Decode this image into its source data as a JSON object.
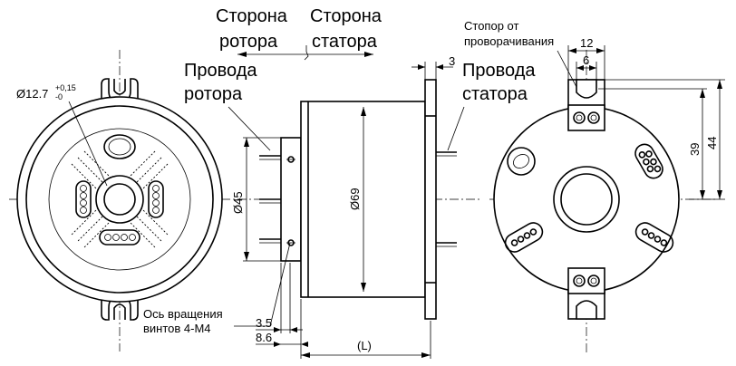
{
  "labels": {
    "rotor_side": "Сторона ротора",
    "rotor_side_l1": "Сторона",
    "rotor_side_l2": "ротора",
    "stator_side_l1": "Сторона",
    "stator_side_l2": "статора",
    "rotor_wires_l1": "Провода",
    "rotor_wires_l2": "ротора",
    "stator_wires_l1": "Провода",
    "stator_wires_l2": "статора",
    "anti_rotation_l1": "Стопор от",
    "anti_rotation_l2": "проворачивания",
    "axis_l1": "Ось вращения",
    "axis_l2": "винтов 4-M4"
  },
  "dimensions": {
    "bore_base": "Ø12.7",
    "bore_tol_upper": "+0,15",
    "bore_tol_lower": "-0",
    "d45": "Ø45",
    "d69": "Ø69",
    "flange_3": "3",
    "len_3_5": "3.5",
    "len_8_6": "8.6",
    "len_L": "(L)",
    "w12": "12",
    "w6": "6",
    "h39": "39",
    "h44": "44"
  }
}
